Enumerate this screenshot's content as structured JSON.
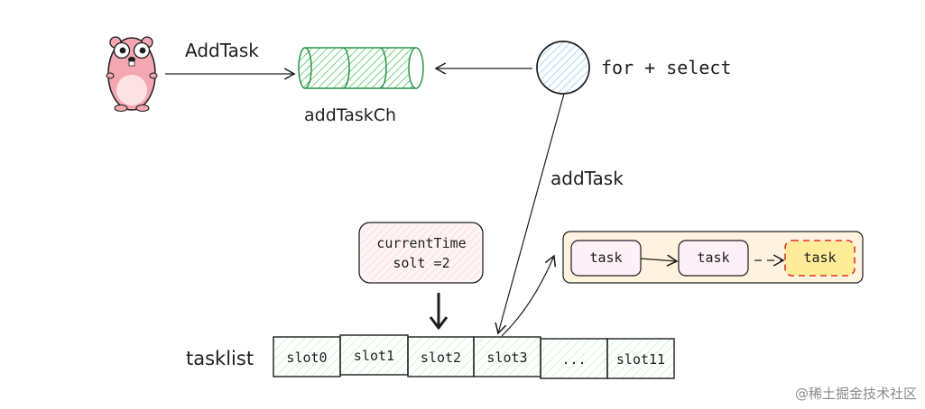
{
  "labels": {
    "add_task_top": "AddTask",
    "channel": "addTaskCh",
    "loop": "for + select",
    "add_task_diag": "addTask",
    "current_time_line1": "currentTime",
    "current_time_line2": "solt =2",
    "tasklist": "tasklist",
    "watermark": "@稀土掘金技术社区"
  },
  "slots": [
    "slot0",
    "slot1",
    "slot2",
    "slot3",
    "...",
    "slot11"
  ],
  "tasks": [
    "task",
    "task",
    "task"
  ],
  "colors": {
    "gopher": "#f4a7b0",
    "channel_stroke": "#2b9348",
    "channel_hatch": "#40c057",
    "circle_hatch": "#74c0fc",
    "slot_hatch": "#8ce99a",
    "note_fill": "#fff0f0",
    "note_hatch": "#ffa8a8",
    "task_container": "#fff3e0",
    "task_fill": "#fdf0f6",
    "task_highlight": "#ffec99",
    "task_highlight_stroke": "#e03131"
  },
  "icons": {
    "mascot": "gopher-icon",
    "arrow_down": "down-arrow-icon"
  }
}
